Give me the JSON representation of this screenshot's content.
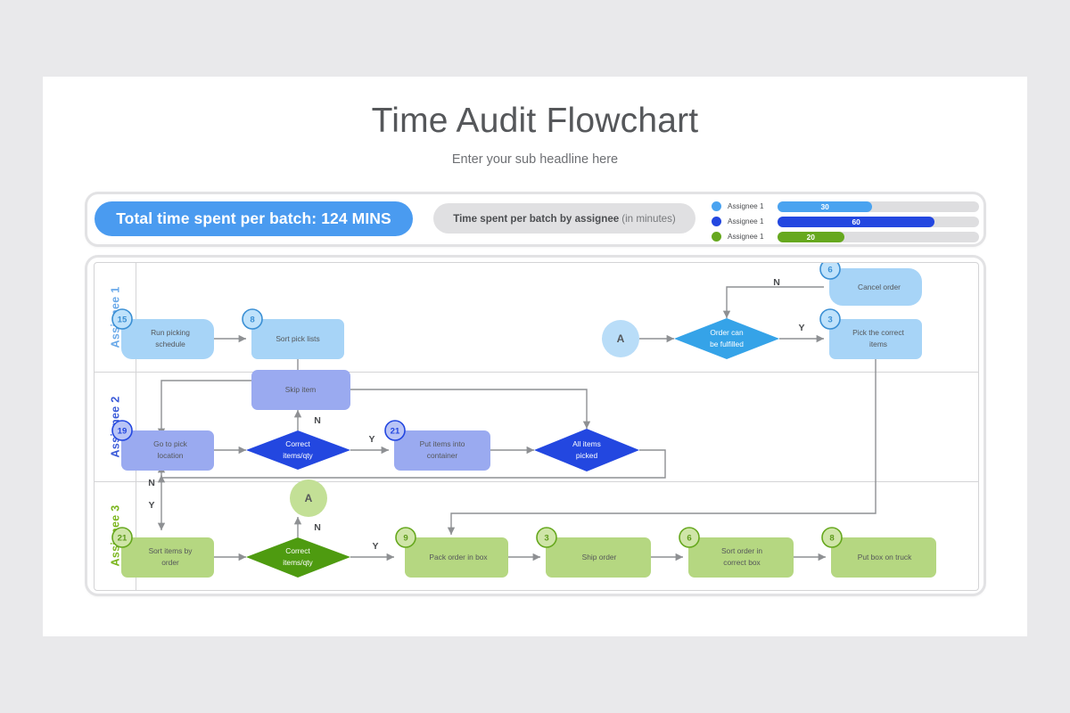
{
  "header": {
    "title": "Time Audit Flowchart",
    "subtitle": "Enter your sub headline here"
  },
  "summary": {
    "total_badge": "Total time spent per batch: 124 MINS",
    "assignee_caption_bold": "Time spent per batch by assignee",
    "assignee_caption_light": "(in minutes)",
    "legend": [
      {
        "name": "Assignee 1",
        "value": "30",
        "pct": 47,
        "color": "#4aa3f0"
      },
      {
        "name": "Assignee 1",
        "value": "60",
        "pct": 78,
        "color": "#2347e0"
      },
      {
        "name": "Assignee 1",
        "value": "20",
        "pct": 33,
        "color": "#66a81e"
      }
    ]
  },
  "lanes": [
    {
      "label": "Assignee 1",
      "color": "#6aa9e9"
    },
    {
      "label": "Assignee 2",
      "color": "#3a5ad8"
    },
    {
      "label": "Assignee 3",
      "color": "#7bb61e"
    }
  ],
  "colors": {
    "lane1_node": "#a7d4f7",
    "lane1_diamond": "#35a3e8",
    "lane1_badge_stroke": "#3a8fd4",
    "lane1_badge_fill": "#bfe2fb",
    "lane2_node": "#9aaaf0",
    "lane2_diamond": "#2347e0",
    "lane2_badge_stroke": "#2347e0",
    "lane2_badge_fill": "#b9c4f6",
    "lane3_node": "#b5d781",
    "lane3_diamond": "#4e9b10",
    "lane3_badge_stroke": "#66a81e",
    "lane3_badge_fill": "#cfe5a8",
    "connector_a_lane1": "#b9ddf8",
    "connector_a_lane3": "#c3e096",
    "edge": "#8e9093"
  },
  "flow": {
    "lane1_nodes": [
      {
        "id": "run-picking-schedule",
        "badge": "15",
        "label_lines": [
          "Run picking",
          "schedule"
        ]
      },
      {
        "id": "sort-pick-lists",
        "badge": "8",
        "label_lines": [
          "Sort pick lists"
        ]
      },
      {
        "id": "cancel-order",
        "badge": "6",
        "label_lines": [
          "Cancel order"
        ]
      },
      {
        "id": "pick-the-correct-items",
        "badge": "3",
        "label_lines": [
          "Pick the correct",
          "items"
        ]
      }
    ],
    "lane1_diamonds": [
      {
        "id": "order-can-be-fulfilled",
        "label_lines": [
          "Order can",
          "be fulfilled"
        ]
      }
    ],
    "lane1_connectors": [
      {
        "id": "connector-a-lane1",
        "label": "A"
      }
    ],
    "lane2_nodes": [
      {
        "id": "go-to-pick-location",
        "badge": "19",
        "label_lines": [
          "Go to pick",
          "location"
        ]
      },
      {
        "id": "skip-item",
        "badge": "",
        "label_lines": [
          "Skip item"
        ]
      },
      {
        "id": "put-items-into-container",
        "badge": "21",
        "label_lines": [
          "Put items into",
          "container"
        ]
      }
    ],
    "lane2_diamonds": [
      {
        "id": "correct-items-qty-lane2",
        "label_lines": [
          "Correct",
          "items/qty"
        ]
      },
      {
        "id": "all-items-picked",
        "label_lines": [
          "All items",
          "picked"
        ]
      }
    ],
    "lane3_nodes": [
      {
        "id": "sort-items-by-order",
        "badge": "21",
        "label_lines": [
          "Sort items by",
          "order"
        ]
      },
      {
        "id": "pack-order-in-box",
        "badge": "9",
        "label_lines": [
          "Pack order in box"
        ]
      },
      {
        "id": "ship-order",
        "badge": "3",
        "label_lines": [
          "Ship order"
        ]
      },
      {
        "id": "sort-order-in-correct-box",
        "badge": "6",
        "label_lines": [
          "Sort order in",
          "correct box"
        ]
      },
      {
        "id": "put-box-on-truck",
        "badge": "8",
        "label_lines": [
          "Put box on truck"
        ]
      }
    ],
    "lane3_diamonds": [
      {
        "id": "correct-items-qty-lane3",
        "label_lines": [
          "Correct",
          "items/qty"
        ]
      }
    ],
    "lane3_connectors": [
      {
        "id": "connector-a-lane3",
        "label": "A"
      }
    ],
    "edge_labels": {
      "fulfilled_no": "N",
      "fulfilled_yes": "Y",
      "correct2_no": "N",
      "correct2_yes": "Y",
      "picked_no": "N",
      "loop_yes": "Y",
      "correct3_no": "N",
      "correct3_yes": "Y"
    }
  }
}
